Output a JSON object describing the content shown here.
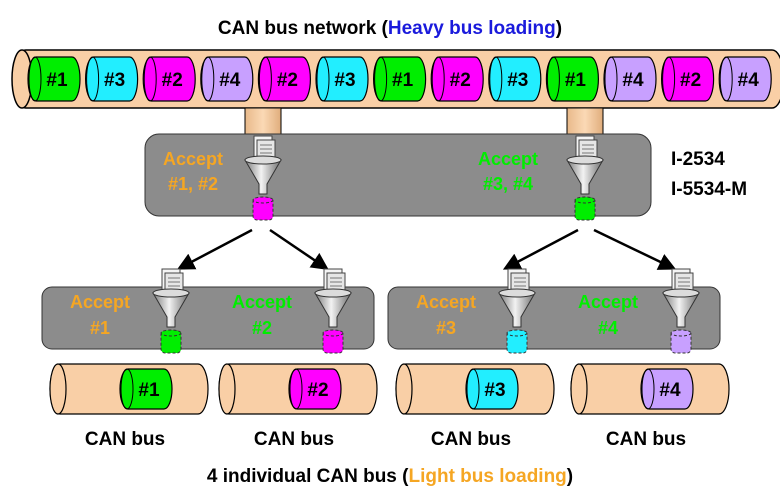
{
  "title": {
    "prefix": "CAN bus network (",
    "highlight": "Heavy bus loading",
    "suffix": ")"
  },
  "footer": {
    "prefix": "4 individual CAN bus (",
    "highlight": "Light bus loading",
    "suffix": ")"
  },
  "main_bus": {
    "messages": [
      "#1",
      "#3",
      "#2",
      "#4",
      "#2",
      "#3",
      "#1",
      "#2",
      "#3",
      "#1",
      "#4",
      "#2",
      "#4"
    ]
  },
  "device": {
    "model_line1": "I-2534",
    "model_line2": "I-5534-M",
    "filters": [
      {
        "accept_line1": "Accept",
        "accept_line2": "#1, #2",
        "accept_color": "orange",
        "output_color": "magenta"
      },
      {
        "accept_line1": "Accept",
        "accept_line2": "#3, #4",
        "accept_color": "green",
        "output_color": "green"
      }
    ]
  },
  "sub_devices": [
    {
      "filters": [
        {
          "accept_line1": "Accept",
          "accept_line2": "#1",
          "accept_color": "orange",
          "output_color": "green"
        },
        {
          "accept_line1": "Accept",
          "accept_line2": "#2",
          "accept_color": "green",
          "output_color": "magenta"
        }
      ]
    },
    {
      "filters": [
        {
          "accept_line1": "Accept",
          "accept_line2": "#3",
          "accept_color": "orange",
          "output_color": "cyan"
        },
        {
          "accept_line1": "Accept",
          "accept_line2": "#4",
          "accept_color": "green",
          "output_color": "lavender"
        }
      ]
    }
  ],
  "sub_buses": [
    {
      "message": "#1",
      "label": "CAN bus",
      "color": "green"
    },
    {
      "message": "#2",
      "label": "CAN bus",
      "color": "magenta"
    },
    {
      "message": "#3",
      "label": "CAN bus",
      "color": "cyan"
    },
    {
      "message": "#4",
      "label": "CAN bus",
      "color": "lavender"
    }
  ],
  "colors": {
    "#1": "#00ee00",
    "#2": "#ff00ff",
    "#3": "#22eeff",
    "#4": "#c8a0ff",
    "green": "#00ee00",
    "magenta": "#ff00ff",
    "cyan": "#22eeff",
    "lavender": "#c8a0ff",
    "orange": "#f5a623",
    "bus": "#f9cfa6",
    "device": "#8c8c8c",
    "title_highlight": "#1a1adc",
    "footer_highlight": "#f5a623"
  }
}
